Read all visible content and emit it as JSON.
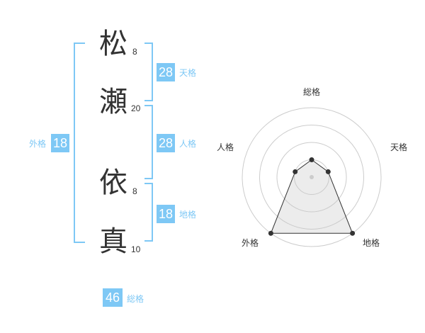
{
  "name": {
    "chars": [
      {
        "char": "松",
        "strokes": "8"
      },
      {
        "char": "瀬",
        "strokes": "20"
      },
      {
        "char": "依",
        "strokes": "8"
      },
      {
        "char": "真",
        "strokes": "10"
      }
    ]
  },
  "fortune": {
    "tenkaku": {
      "value": "28",
      "label": "天格"
    },
    "jinkaku": {
      "value": "28",
      "label": "人格"
    },
    "chikaku": {
      "value": "18",
      "label": "地格"
    },
    "gaikaku": {
      "value": "18",
      "label": "外格"
    },
    "soukaku": {
      "value": "46",
      "label": "総格"
    }
  },
  "colors": {
    "accent": "#7ec8f5",
    "text": "#333333",
    "ring": "#cccccc"
  },
  "chart_data": {
    "type": "radar",
    "axes": [
      "総格",
      "天格",
      "地格",
      "外格",
      "人格"
    ],
    "values": [
      0.25,
      0.25,
      1.0,
      1.0,
      0.25
    ],
    "rings": 4
  }
}
